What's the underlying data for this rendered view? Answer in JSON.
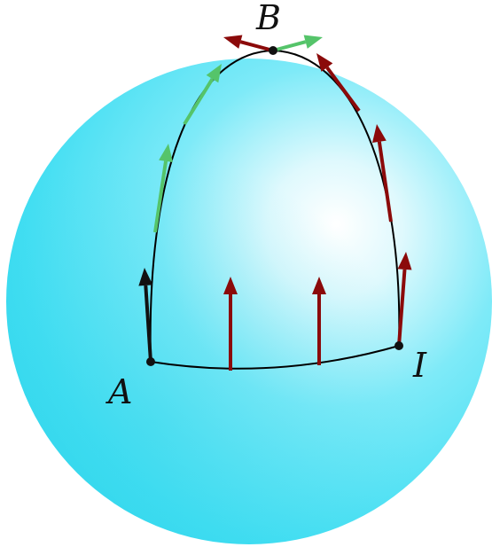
{
  "figure": {
    "colors": {
      "sphere_light": "#ffffff",
      "sphere_mid": "#5ae6f6",
      "sphere_dark": "#2ad9f0",
      "path": "#000000",
      "vector_red": "#8b0a0a",
      "vector_green": "#55c46a",
      "vector_black": "#111111"
    },
    "points": {
      "A": {
        "label": "A"
      },
      "B": {
        "label": "B"
      },
      "I": {
        "label": "I"
      }
    }
  }
}
